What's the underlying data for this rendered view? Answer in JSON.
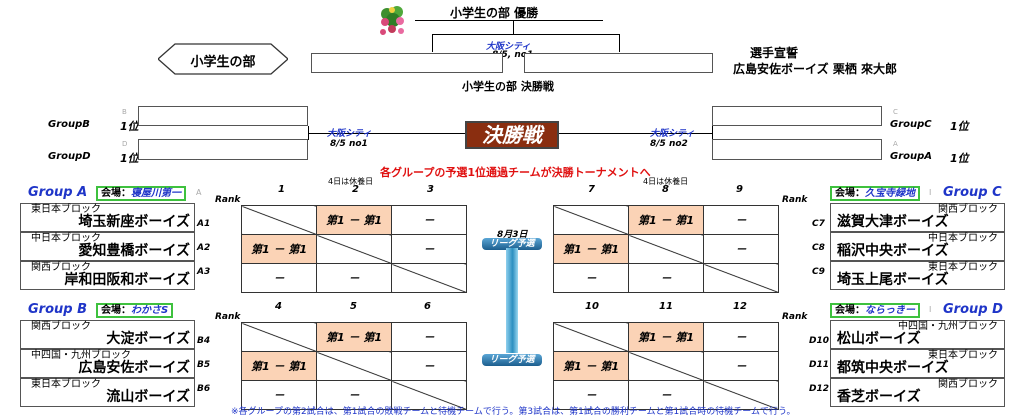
{
  "title": {
    "winner": "小学生の部 優勝",
    "final_label": "小学生の部 決勝戦",
    "section": "小学生の部"
  },
  "oath": {
    "heading": "選手宣誓",
    "name": "広島安佐ボーイズ 栗栖 來大郎"
  },
  "final": {
    "venue": "大阪シティ",
    "date_no": "8/5, no1"
  },
  "semis": {
    "left": {
      "venue": "大阪シティ",
      "date_no": "8/5 no1"
    },
    "right": {
      "venue": "大阪シティ",
      "date_no": "8/5 no2"
    },
    "center_label": "決勝戦"
  },
  "seeds": {
    "B": {
      "group": "GroupB",
      "pos": "1位",
      "letter": "B"
    },
    "D": {
      "group": "GroupD",
      "pos": "1位",
      "letter": "D"
    },
    "C": {
      "group": "GroupC",
      "pos": "1位",
      "letter": "C"
    },
    "A": {
      "group": "GroupA",
      "pos": "1位",
      "letter": "A"
    }
  },
  "notice": "各グループの予選1位通過チームが決勝トーナメントへ",
  "rest_day": "4日は休養日",
  "league": {
    "date": "8月3日",
    "label": "リーグ予選"
  },
  "rank_label": "Rank",
  "match_text": "第1 － 第1",
  "dash": "－",
  "groups": {
    "A": {
      "name": "Group A",
      "venue_label": "会場：",
      "venue": "寝屋川第一",
      "letter": "A",
      "cols": [
        "1",
        "2",
        "3"
      ],
      "teams": [
        {
          "code": "A1",
          "block": "東日本ブロック",
          "name": "埼玉新座ボーイズ"
        },
        {
          "code": "A2",
          "block": "中日本ブロック",
          "name": "愛知豊橋ボーイズ"
        },
        {
          "code": "A3",
          "block": "関西ブロック",
          "name": "岸和田阪和ボーイズ"
        }
      ]
    },
    "B": {
      "name": "Group B",
      "venue_label": "会場：",
      "venue": "わかさS",
      "cols": [
        "4",
        "5",
        "6"
      ],
      "teams": [
        {
          "code": "B4",
          "block": "関西ブロック",
          "name": "大淀ボーイズ"
        },
        {
          "code": "B5",
          "block": "中四国・九州ブロック",
          "name": "広島安佐ボーイズ"
        },
        {
          "code": "B6",
          "block": "東日本ブロック",
          "name": "流山ボーイズ"
        }
      ]
    },
    "C": {
      "name": "Group C",
      "venue_label": "会場：",
      "venue": "久宝寺緑地",
      "letter": "I",
      "cols": [
        "7",
        "8",
        "9"
      ],
      "teams": [
        {
          "code": "C7",
          "block": "関西ブロック",
          "name": "滋賀大津ボーイズ"
        },
        {
          "code": "C8",
          "block": "中日本ブロック",
          "name": "稲沢中央ボーイズ"
        },
        {
          "code": "C9",
          "block": "東日本ブロック",
          "name": "埼玉上尾ボーイズ"
        }
      ]
    },
    "D": {
      "name": "Group D",
      "venue_label": "会場：",
      "venue": "ならっきー",
      "letter": "I",
      "cols": [
        "10",
        "11",
        "12"
      ],
      "teams": [
        {
          "code": "D10",
          "block": "中四国・九州ブロック",
          "name": "松山ボーイズ"
        },
        {
          "code": "D11",
          "block": "東日本ブロック",
          "name": "都筑中央ボーイズ"
        },
        {
          "code": "D12",
          "block": "関西ブロック",
          "name": "香芝ボーイズ"
        }
      ]
    }
  },
  "footnote": "※各グループの第2試合は、第1試合の敗戦チームと待機チームで行う。第3試合は、第1試合の勝利チームと第1試合時の待機チームで行う。"
}
